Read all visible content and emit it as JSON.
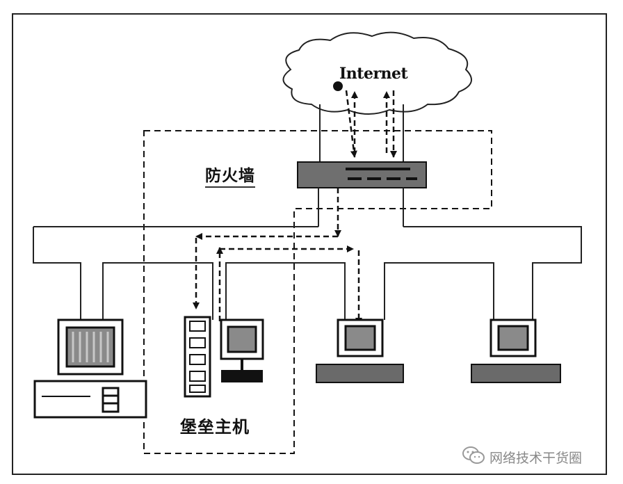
{
  "labels": {
    "internet": "Internet",
    "firewall": "防火墙",
    "bastion_host": "堡垒主机"
  },
  "watermark": {
    "text": "网络技术干货圈",
    "icon": "wechat-icon"
  },
  "colors": {
    "line": "#111111",
    "device_fill": "#777777",
    "screen_fill": "#9a9a9a",
    "background": "#ffffff"
  }
}
